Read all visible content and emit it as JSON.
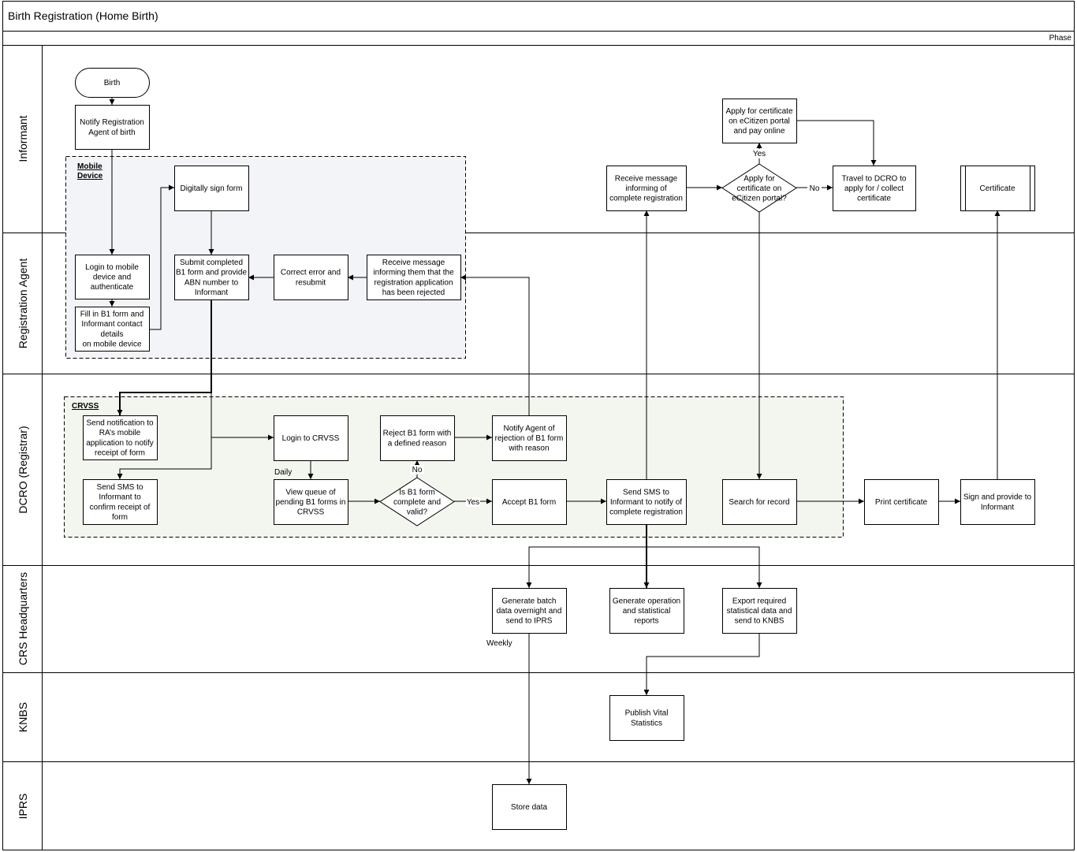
{
  "title": "Birth Registration (Home Birth)",
  "phase_label": "Phase",
  "lanes": [
    {
      "id": "informant",
      "label": "Informant"
    },
    {
      "id": "agent",
      "label": "Registration Agent"
    },
    {
      "id": "dcro",
      "label": "DCRO (Registrar)"
    },
    {
      "id": "crs",
      "label": "CRS Headquarters"
    },
    {
      "id": "knbs",
      "label": "KNBS"
    },
    {
      "id": "iprs",
      "label": "IPRS"
    }
  ],
  "groups": [
    {
      "id": "mobile",
      "lines": [
        "Mobile",
        "Device"
      ],
      "fill": "#f3f4f8"
    },
    {
      "id": "crvss",
      "lines": [
        "CRVSS"
      ],
      "fill": "#f3f6ee"
    }
  ],
  "nodes": [
    {
      "id": "birth",
      "shape": "terminal",
      "lines": [
        "Birth"
      ]
    },
    {
      "id": "notify_agent",
      "shape": "process",
      "lines": [
        "Notify Registration",
        "Agent of birth"
      ]
    },
    {
      "id": "digitally_sign",
      "shape": "process",
      "lines": [
        "Digitally sign form"
      ]
    },
    {
      "id": "login_mobile",
      "shape": "process",
      "lines": [
        "Login to mobile",
        "device and",
        "authenticate"
      ]
    },
    {
      "id": "fill_b1",
      "shape": "process",
      "lines": [
        "Fill in B1 form and",
        "Informant contact",
        "details",
        "on mobile device"
      ]
    },
    {
      "id": "submit_b1",
      "shape": "process",
      "lines": [
        "Submit completed",
        "B1 form and provide",
        "ABN number to",
        "Informant"
      ]
    },
    {
      "id": "correct_error",
      "shape": "process",
      "lines": [
        "Correct error and",
        "resubmit"
      ]
    },
    {
      "id": "receive_rejected",
      "shape": "process",
      "lines": [
        "Receive message",
        "informing them that the",
        "registration application",
        "has been rejected"
      ]
    },
    {
      "id": "send_notification",
      "shape": "process",
      "lines": [
        "Send notification to",
        "RA’s mobile",
        "application to notify",
        "receipt of form"
      ]
    },
    {
      "id": "send_sms_receipt",
      "shape": "process",
      "lines": [
        "Send SMS to",
        "Informant to",
        "confirm receipt of",
        "form"
      ]
    },
    {
      "id": "login_crvss",
      "shape": "process",
      "lines": [
        "Login to CRVSS"
      ]
    },
    {
      "id": "view_queue",
      "shape": "process",
      "lines": [
        "View queue of",
        "pending B1 forms in",
        "CRVSS"
      ]
    },
    {
      "id": "is_b1_valid",
      "shape": "decision",
      "lines": [
        "Is B1 form",
        "complete and",
        "valid?"
      ]
    },
    {
      "id": "reject_b1",
      "shape": "process",
      "lines": [
        "Reject B1 form with",
        "a defined reason"
      ]
    },
    {
      "id": "notify_agent_reject",
      "shape": "process",
      "lines": [
        "Notify Agent of",
        "rejection of B1 form",
        "with reason"
      ]
    },
    {
      "id": "accept_b1",
      "shape": "process",
      "lines": [
        "Accept B1 form"
      ]
    },
    {
      "id": "send_sms_complete",
      "shape": "process",
      "lines": [
        "Send SMS to",
        "Informant to notify of",
        "complete registration"
      ]
    },
    {
      "id": "receive_complete",
      "shape": "process",
      "lines": [
        "Receive message",
        "informing of",
        "complete registration"
      ]
    },
    {
      "id": "apply_ecitizen_q",
      "shape": "decision",
      "lines": [
        "Apply for",
        "certificate on",
        "eCitizen portal?"
      ]
    },
    {
      "id": "apply_ecitizen",
      "shape": "process",
      "lines": [
        "Apply for certificate",
        "on eCitizen portal",
        "and pay online"
      ]
    },
    {
      "id": "travel_dcro",
      "shape": "process",
      "lines": [
        "Travel to DCRO to",
        "apply for / collect",
        "certificate"
      ]
    },
    {
      "id": "certificate",
      "shape": "predefined",
      "lines": [
        "Certificate"
      ]
    },
    {
      "id": "search_record",
      "shape": "process",
      "lines": [
        "Search for record"
      ]
    },
    {
      "id": "print_cert",
      "shape": "process",
      "lines": [
        "Print certificate"
      ]
    },
    {
      "id": "sign_provide",
      "shape": "process",
      "lines": [
        "Sign and provide to",
        "Informant"
      ]
    },
    {
      "id": "generate_batch",
      "shape": "process",
      "lines": [
        "Generate batch",
        "data overnight and",
        "send to IPRS"
      ]
    },
    {
      "id": "generate_reports",
      "shape": "process",
      "lines": [
        "Generate operation",
        "and statistical",
        "reports"
      ]
    },
    {
      "id": "export_stats",
      "shape": "process",
      "lines": [
        "Export required",
        "statistical data and",
        "send to KNBS"
      ]
    },
    {
      "id": "publish_stats",
      "shape": "process",
      "lines": [
        "Publish Vital",
        "Statistics"
      ]
    },
    {
      "id": "store_data",
      "shape": "process",
      "lines": [
        "Store data"
      ]
    }
  ],
  "edge_labels": [
    {
      "id": "yes_apply",
      "text": "Yes"
    },
    {
      "id": "no_travel",
      "text": "No"
    },
    {
      "id": "no_reject",
      "text": "No"
    },
    {
      "id": "yes_accept",
      "text": "Yes"
    },
    {
      "id": "daily",
      "text": "Daily"
    },
    {
      "id": "weekly",
      "text": "Weekly"
    }
  ]
}
